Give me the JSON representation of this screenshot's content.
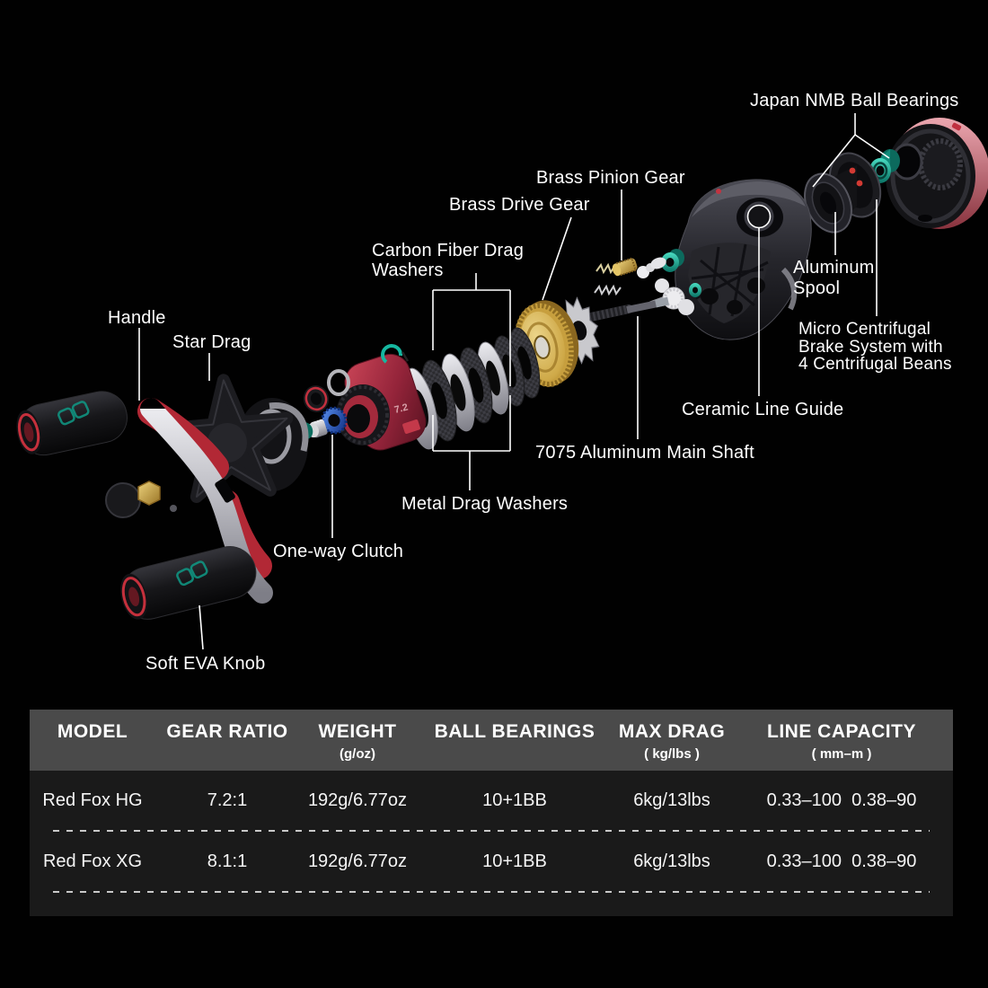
{
  "diagram": {
    "labels": {
      "japan_nmb": "Japan NMB Ball Bearings",
      "brass_pinion": "Brass Pinion Gear",
      "brass_drive": "Brass Drive Gear",
      "carbon_washers": "Carbon Fiber Drag\nWashers",
      "handle": "Handle",
      "star_drag": "Star Drag",
      "aluminum_spool": "Aluminum\nSpool",
      "micro_brake": "Micro Centrifugal\nBrake System with\n4 Centrifugal Beans",
      "ceramic_guide": "Ceramic Line Guide",
      "main_shaft": "7075 Aluminum Main Shaft",
      "metal_washers": "Metal Drag Washers",
      "one_way_clutch": "One-way Clutch",
      "soft_eva": "Soft EVA Knob"
    },
    "part_markings": {
      "gear_ratio_on_housing": "7.2"
    },
    "colors": {
      "background": "#010101",
      "label_text": "#ffffff",
      "bearing_teal": "#14b5a0",
      "gear_gold": "#c79f3e",
      "housing_red": "#a8293b",
      "cover_pink": "#c75f6b",
      "clutch_blue": "#2a62d8",
      "metal_silver": "#c6c6ca"
    }
  },
  "spec_table": {
    "columns": [
      {
        "label": "MODEL",
        "sub": ""
      },
      {
        "label": "GEAR RATIO",
        "sub": ""
      },
      {
        "label": "WEIGHT",
        "sub": "(g/oz)"
      },
      {
        "label": "BALL BEARINGS",
        "sub": ""
      },
      {
        "label": "MAX DRAG",
        "sub": "( kg/lbs )"
      },
      {
        "label": "LINE CAPACITY",
        "sub": "( mm–m )"
      }
    ],
    "rows": [
      {
        "model": "Red Fox HG",
        "gear_ratio": "7.2:1",
        "weight": "192g/6.77oz",
        "ball_bearings": "10+1BB",
        "max_drag": "6kg/13lbs",
        "line_capacity": "0.33–100  0.38–90"
      },
      {
        "model": "Red Fox XG",
        "gear_ratio": "8.1:1",
        "weight": "192g/6.77oz",
        "ball_bearings": "10+1BB",
        "max_drag": "6kg/13lbs",
        "line_capacity": "0.33–100  0.38–90"
      }
    ]
  }
}
